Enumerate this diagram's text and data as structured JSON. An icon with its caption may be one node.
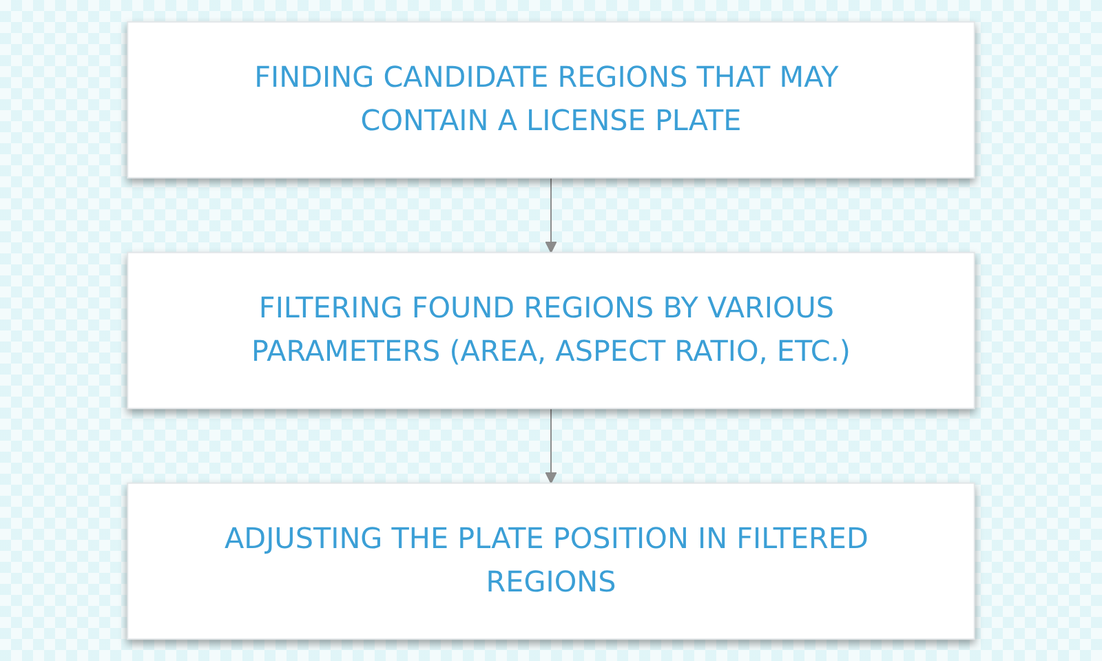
{
  "diagram": {
    "nodes": [
      {
        "text": [
          "FINDING CANDIDATE REGIONS THAT MAY CONTAIN A LICENSE PLATE"
        ]
      },
      {
        "text": [
          "FILTERING FOUND REGIONS BY VARIOUS PARAMETERS (AREA, ASPECT RATIO, ETC.)"
        ]
      },
      {
        "text": [
          "ADJUSTING THE PLATE POSITION IN FILTERED REGIONS"
        ]
      }
    ],
    "edges": [
      {
        "from": 0,
        "to": 1,
        "arrow": "to"
      },
      {
        "from": 1,
        "to": 2,
        "arrow": "to"
      }
    ]
  }
}
